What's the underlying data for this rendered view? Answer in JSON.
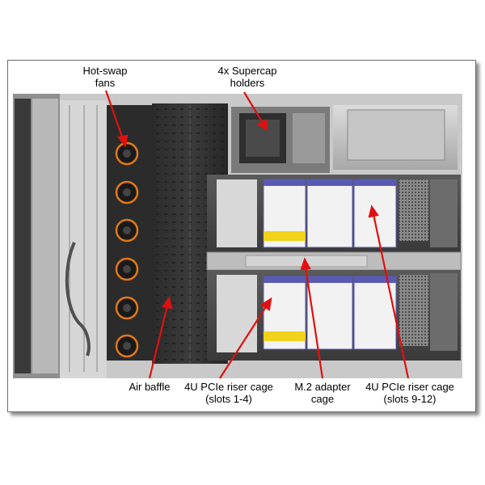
{
  "figure": {
    "callouts": {
      "hot_swap_fans": {
        "line1": "Hot-swap",
        "line2": "fans"
      },
      "supercap_holders": {
        "line1": "4x Supercap",
        "line2": "holders"
      },
      "air_baffle": {
        "line1": "Air baffle"
      },
      "riser_cage_left": {
        "line1": "4U PCIe riser cage",
        "line2": "(slots 1-4)"
      },
      "m2_adapter": {
        "line1": "M.2 adapter",
        "line2": "cage"
      },
      "riser_cage_right": {
        "line1": "4U PCIe riser cage",
        "line2": "(slots 9-12)"
      }
    },
    "colors": {
      "arrow": "#e01010",
      "fan_accent": "#e07818",
      "label_card_yellow": "#f2d21a",
      "label_card_blue": "#5a5ab4"
    }
  }
}
